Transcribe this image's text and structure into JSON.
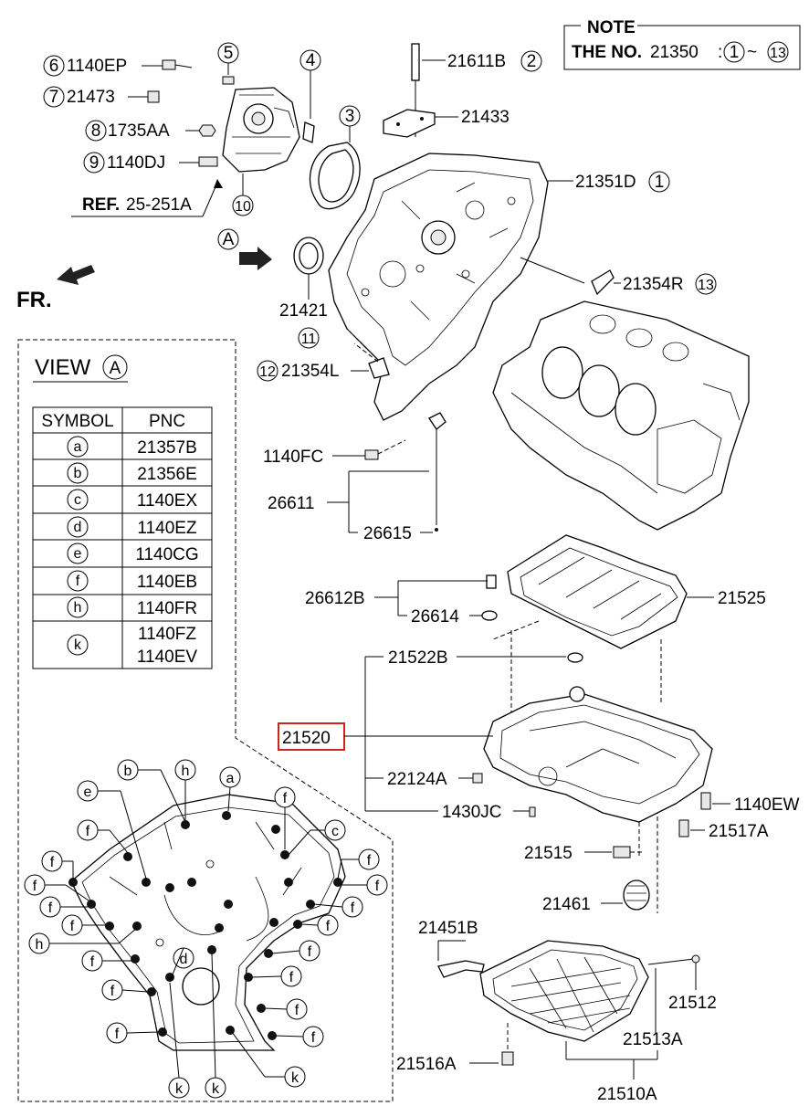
{
  "note": {
    "title": "NOTE",
    "prefix": "THE NO.",
    "number": "21350",
    "colon": ":",
    "from": "1",
    "tilde": "~",
    "to": "13"
  },
  "front_label": "FR.",
  "view_marker": "A",
  "ref_label": {
    "bold": "REF.",
    "rest": "25-251A"
  },
  "callouts": {
    "c1": "1140EP",
    "c1n": "6",
    "c2": "21473",
    "c2n": "7",
    "c3": "1735AA",
    "c3n": "8",
    "c4": "1140DJ",
    "c4n": "9",
    "c5n": "5",
    "c4top": "4",
    "c3top": "3",
    "c10": "10",
    "c11": "21611B",
    "c11n": "2",
    "c12": "21433",
    "c13": "21351D",
    "c13n": "1",
    "c14": "21354R",
    "c14n": "13",
    "c15": "21421",
    "c15n": "11",
    "c16": "21354L",
    "c16n": "12",
    "c17": "1140FC",
    "c18": "26611",
    "c19": "26615",
    "c20": "26612B",
    "c21": "26614",
    "c22": "21525",
    "c23": "21522B",
    "c24": "21520",
    "c25": "22124A",
    "c26": "1430JC",
    "c27": "1140EW",
    "c28": "21517A",
    "c29": "21515",
    "c30": "21461",
    "c31": "21451B",
    "c32": "21512",
    "c33": "21513A",
    "c34": "21516A",
    "c35": "21510A"
  },
  "view": {
    "title": "VIEW",
    "marker": "A",
    "headers": [
      "SYMBOL",
      "PNC"
    ],
    "rows": [
      {
        "sym": "a",
        "pnc": "21357B"
      },
      {
        "sym": "b",
        "pnc": "21356E"
      },
      {
        "sym": "c",
        "pnc": "1140EX"
      },
      {
        "sym": "d",
        "pnc": "1140EZ"
      },
      {
        "sym": "e",
        "pnc": "1140CG"
      },
      {
        "sym": "f",
        "pnc": "1140EB"
      },
      {
        "sym": "h",
        "pnc": "1140FR"
      },
      {
        "sym": "k",
        "pnc": "1140FZ",
        "pnc2": "1140EV"
      }
    ]
  },
  "bolt_letters": {
    "b": "b",
    "h": "h",
    "a": "a",
    "e": "e",
    "f": "f",
    "c": "c",
    "d": "d",
    "k": "k"
  },
  "highlight_color": "#cc2222"
}
